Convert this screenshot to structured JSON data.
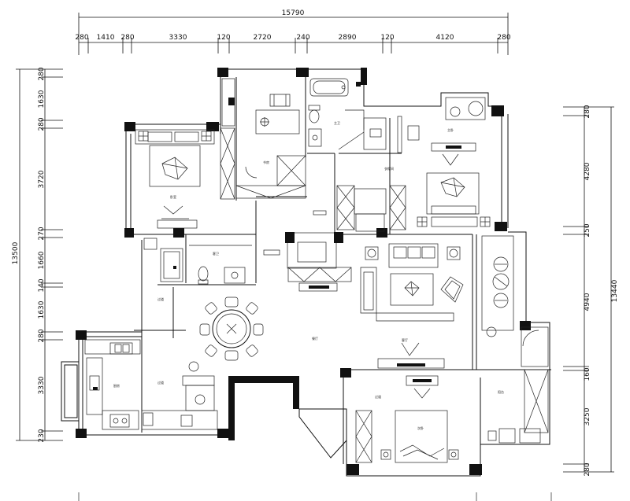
{
  "dimensions": {
    "top_total": "15790",
    "top_segments": [
      "280",
      "1410",
      "280",
      "3330",
      "120",
      "2720",
      "240",
      "2890",
      "120",
      "4120",
      "280"
    ],
    "left_total": "13500",
    "left_segments": [
      "280",
      "1630",
      "280",
      "3720",
      "270",
      "1660",
      "140",
      "1630",
      "280",
      "3330",
      "230"
    ],
    "right_total": "13440",
    "right_segments": [
      "280",
      "4280",
      "250",
      "4940",
      "160",
      "3250",
      "280"
    ]
  },
  "rooms": {
    "bedroom_nw": "卧室",
    "study": "书房",
    "master_bath": "主卫",
    "bedroom_ne": "主卧",
    "cloakroom": "衣帽间",
    "guest_bath": "客卫",
    "kitchen": "厨房",
    "dining": "餐厅",
    "living": "客厅",
    "bedroom_s": "次卧",
    "balcony": "阳台",
    "corridor": "过道"
  }
}
